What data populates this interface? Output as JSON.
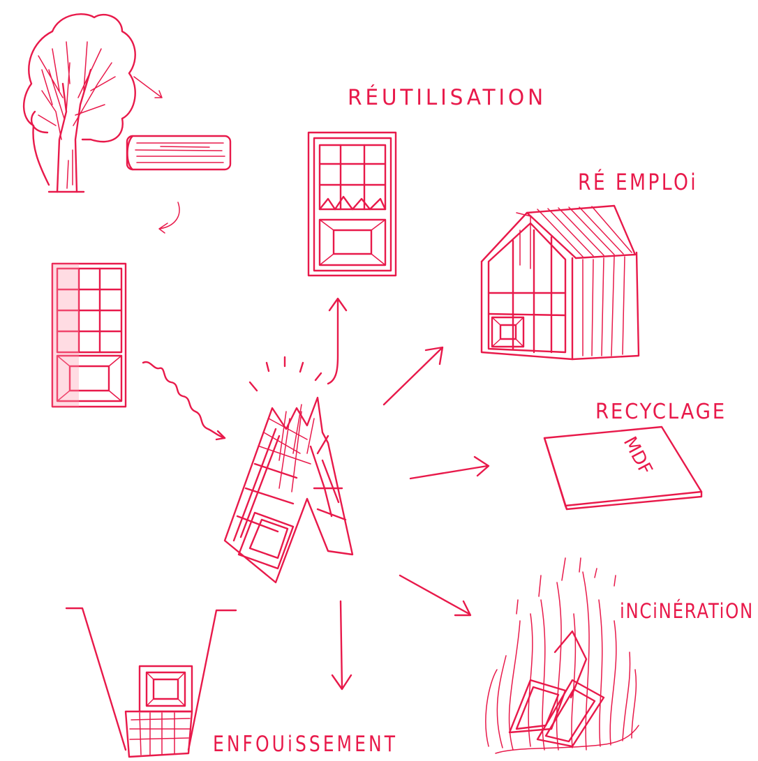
{
  "labels": {
    "reutilisation": "RÉUTILISATION",
    "reemploi": "RÉ EMPLOi",
    "recyclage": "RECYCLAGE",
    "mdf": "MDF",
    "incineration": "iNCiNÉRATiON",
    "enfouissement": "ENFOUiSSEMENT"
  },
  "colors": {
    "ink": "#e8194a",
    "background": "#ffffff"
  },
  "icons": [
    "tree-icon",
    "log-icon",
    "window-icon",
    "broken-window-icon",
    "house-icon",
    "mdf-board-icon",
    "fire-icon",
    "pit-icon"
  ]
}
